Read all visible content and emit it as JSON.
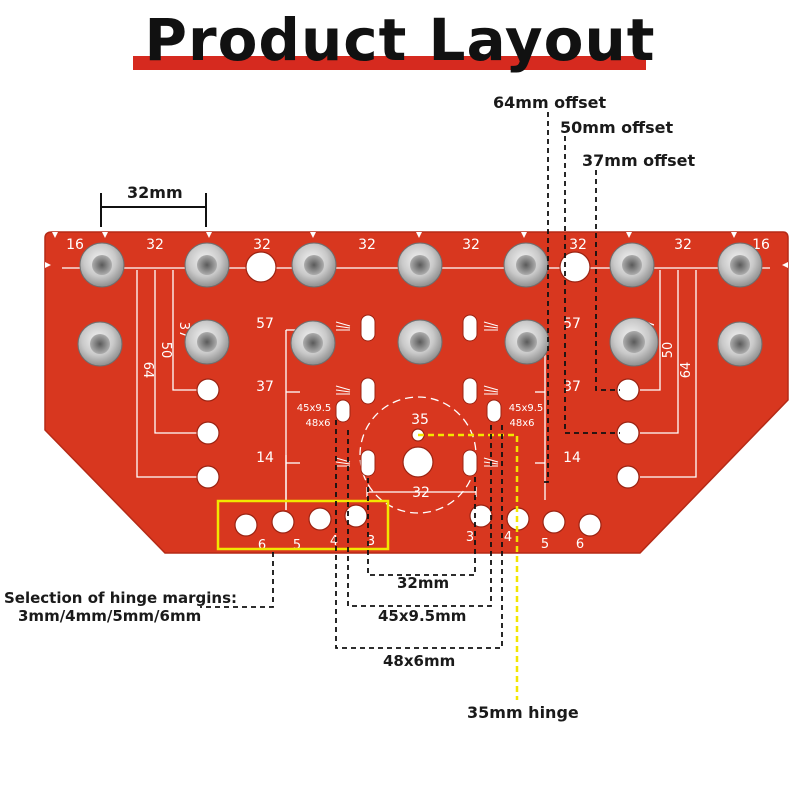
{
  "title": "Product Layout",
  "colors": {
    "plate": "#d8371f",
    "title_bar": "#d62a1f",
    "guide": "#ffffff",
    "hinge_box": "#f2e600"
  },
  "labels": {
    "offset64": "64mm offset",
    "offset50": "50mm offset",
    "offset37": "37mm offset",
    "span32": "32mm",
    "margins_line1": "Selection of hinge margins:",
    "margins_line2": "3mm/4mm/5mm/6mm",
    "dim32": "32mm",
    "dim45": "45x9.5mm",
    "dim48": "48x6mm",
    "hinge35": "35mm hinge"
  },
  "plate": {
    "top_spacing": [
      "16",
      "32",
      "32",
      "32",
      "32",
      "32",
      "32",
      "16"
    ],
    "left_offsets": [
      "37",
      "50",
      "64"
    ],
    "right_offsets": [
      "37",
      "50",
      "64"
    ],
    "row_marks": [
      "57",
      "37",
      "14",
      "57",
      "37",
      "14"
    ],
    "center_hole": "35",
    "slot_marks": [
      "45x9.5",
      "48x6",
      "45x9.5",
      "48x6"
    ],
    "bottom_spacing": "32",
    "left_margins": [
      "6",
      "5",
      "4",
      "3"
    ],
    "right_margins": [
      "3",
      "4",
      "5",
      "6"
    ]
  }
}
